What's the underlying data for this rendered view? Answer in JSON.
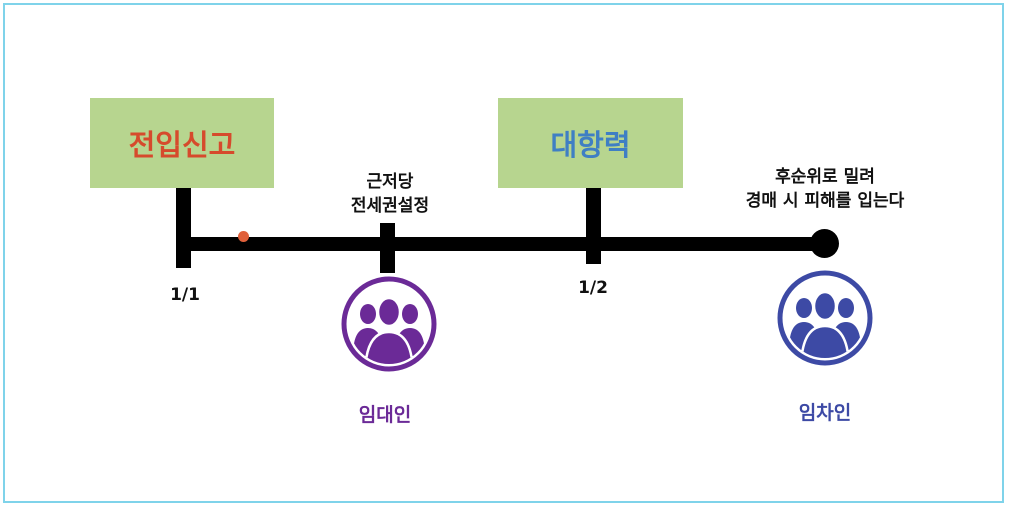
{
  "boxes": {
    "jeonip": "전입신고",
    "daehang": "대항력"
  },
  "timeline": {
    "date_1": "1/1",
    "date_2": "1/2",
    "note_1_line_1": "근저당",
    "note_1_line_2": "전세권설정",
    "note_2_line_1": "후순위로 밀려",
    "note_2_line_2": "경매 시 피해를 입는다"
  },
  "people": {
    "landlord": {
      "label": "임대인",
      "color": "#6b2a97",
      "icon": "people-group-icon"
    },
    "tenant": {
      "label": "임차인",
      "color": "#3d4aa5",
      "icon": "people-group-icon"
    }
  },
  "colors": {
    "box_fill": "#b7d58f",
    "jeonip_text": "#d64a2c",
    "daehang_text": "#3f7fc4",
    "frame_border": "#7fd3ea",
    "marker": "#e0603a"
  }
}
